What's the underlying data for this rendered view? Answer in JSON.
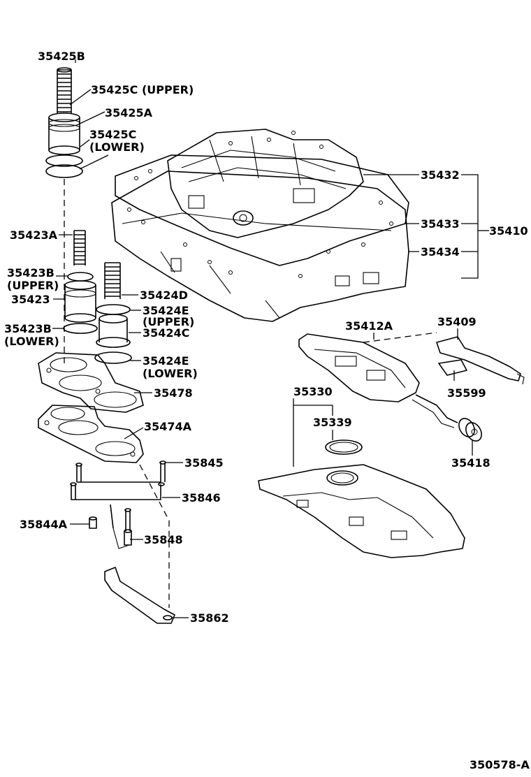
{
  "diagram_code": "350578-A",
  "labels": {
    "p35425B": "35425B",
    "p35425C_upper": "35425C (UPPER)",
    "p35425A": "35425A",
    "p35425C_lower_1": "35425C",
    "p35425C_lower_2": "(LOWER)",
    "p35423A": "35423A",
    "p35423B_upper_1": "35423B",
    "p35423B_upper_2": "(UPPER)",
    "p35423": "35423",
    "p35423B_lower_1": "35423B",
    "p35423B_lower_2": "(LOWER)",
    "p35424D": "35424D",
    "p35424E_upper_1": "35424E",
    "p35424E_upper_2": "(UPPER)",
    "p35424C": "35424C",
    "p35424E_lower_1": "35424E",
    "p35424E_lower_2": "(LOWER)",
    "p35478": "35478",
    "p35474A": "35474A",
    "p35845": "35845",
    "p35846": "35846",
    "p35844A": "35844A",
    "p35848": "35848",
    "p35862": "35862",
    "p35432": "35432",
    "p35433": "35433",
    "p35434": "35434",
    "p35410": "35410",
    "p35412A": "35412A",
    "p35409": "35409",
    "p35599": "35599",
    "p35330": "35330",
    "p35339": "35339",
    "p35418": "35418"
  }
}
